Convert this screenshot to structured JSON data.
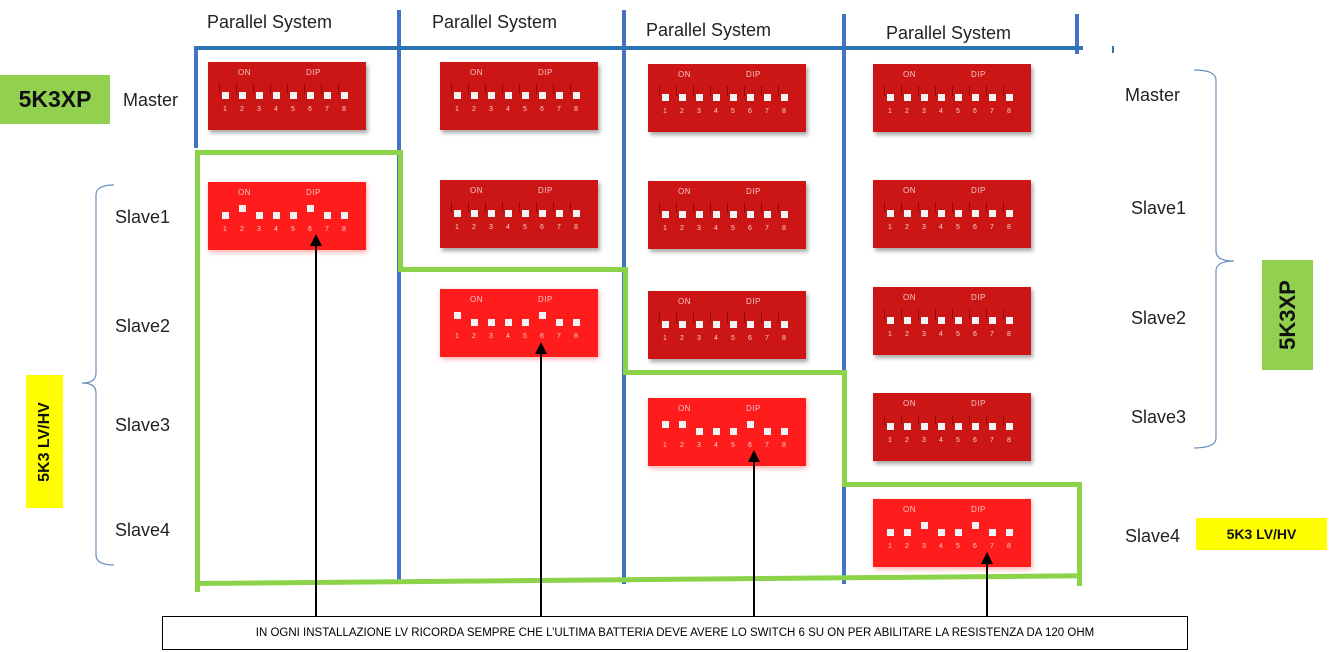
{
  "columns": [
    {
      "title": "Parallel System"
    },
    {
      "title": "Parallel System"
    },
    {
      "title": "Parallel System"
    },
    {
      "title": "Parallel System"
    }
  ],
  "rows": {
    "left": [
      "Master",
      "Slave1",
      "Slave2",
      "Slave3",
      "Slave4"
    ],
    "right": [
      "Master",
      "Slave1",
      "Slave2",
      "Slave3",
      "Slave4"
    ]
  },
  "dip_labels": {
    "on": "ON",
    "dip": "DIP"
  },
  "switch_numbers": [
    "1",
    "2",
    "3",
    "4",
    "5",
    "6",
    "7",
    "8"
  ],
  "badges": {
    "left_top": "5K3XP",
    "left_vertical": "5K3 LV/HV",
    "right_vertical": "5K3XP",
    "right_bottom": "5K3 LV/HV"
  },
  "note": "IN OGNI INSTALLAZIONE LV RICORDA SEMPRE CHE L’ULTIMA BATTERIA DEVE AVERE LO SWITCH 6 SU ON PER ABILITARE LA RESISTENZA DA 120 OHM",
  "colors": {
    "divider": "#4472c4",
    "green_outline": "#8bd44a",
    "dip_dark": "#cc1616",
    "dip_bright": "#ff1c1c",
    "badge_green": "#92d050",
    "badge_yellow": "#ffff00"
  },
  "dip_switches": [
    {
      "column": 1,
      "row": "Master",
      "on_switches": []
    },
    {
      "column": 1,
      "row": "Slave1",
      "on_switches": [
        2,
        6
      ],
      "terminating": true
    },
    {
      "column": 2,
      "row": "Master",
      "on_switches": []
    },
    {
      "column": 2,
      "row": "Slave1",
      "on_switches": []
    },
    {
      "column": 2,
      "row": "Slave2",
      "on_switches": [
        1,
        6
      ],
      "terminating": true
    },
    {
      "column": 3,
      "row": "Master",
      "on_switches": []
    },
    {
      "column": 3,
      "row": "Slave1",
      "on_switches": []
    },
    {
      "column": 3,
      "row": "Slave2",
      "on_switches": []
    },
    {
      "column": 3,
      "row": "Slave3",
      "on_switches": [
        1,
        2,
        6
      ],
      "terminating": true
    },
    {
      "column": 4,
      "row": "Master",
      "on_switches": []
    },
    {
      "column": 4,
      "row": "Slave1",
      "on_switches": []
    },
    {
      "column": 4,
      "row": "Slave2",
      "on_switches": []
    },
    {
      "column": 4,
      "row": "Slave3",
      "on_switches": []
    },
    {
      "column": 4,
      "row": "Slave4",
      "on_switches": [
        3,
        6
      ],
      "terminating": true
    }
  ]
}
